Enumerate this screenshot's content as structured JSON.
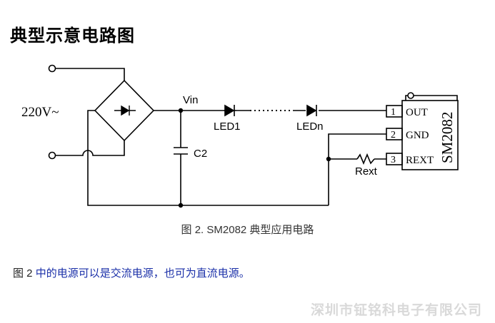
{
  "heading": "典型示意电路图",
  "diagram": {
    "input_voltage": "220V~",
    "vin_label": "Vin",
    "led1_label": "LED1",
    "ledn_label": "LEDn",
    "capacitor_label": "C2",
    "resistor_label": "Rext",
    "ic_name": "SM2082",
    "pins": [
      {
        "number": "1",
        "name": "OUT"
      },
      {
        "number": "2",
        "name": "GND"
      },
      {
        "number": "3",
        "name": "REXT"
      }
    ]
  },
  "caption": "图 2. SM2082 典型应用电路",
  "note": {
    "prefix": "图 2 ",
    "text": "中的电源可以是交流电源，也可为直流电源。"
  },
  "watermark": "深圳市钲铭科电子有限公司"
}
